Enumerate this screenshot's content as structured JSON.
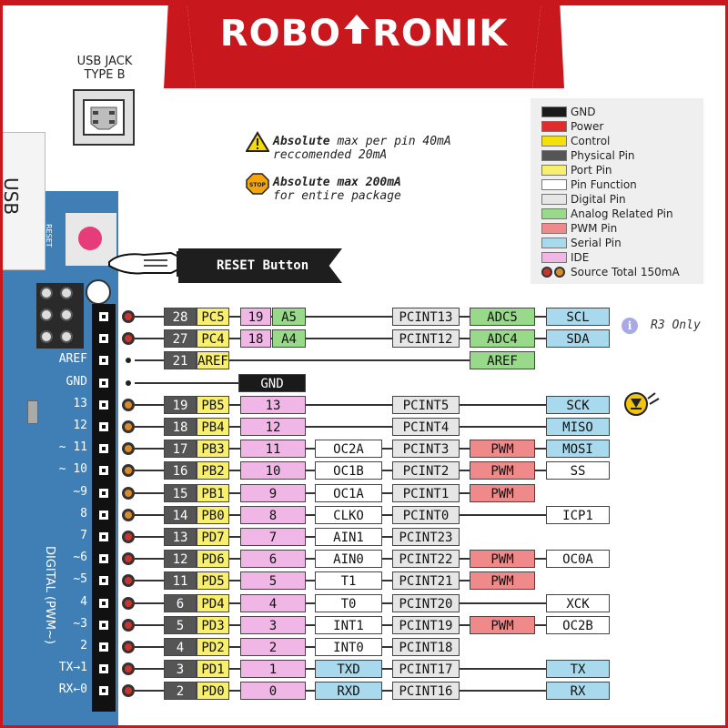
{
  "brand": {
    "left": "ROBO",
    "right": "RONIK",
    "red": "#c8171d"
  },
  "usb_jack_label": [
    "USB JACK",
    "TYPE B"
  ],
  "usb_text": "USB",
  "reset_text": "RESET",
  "reset_callout": "RESET Button",
  "warning1": {
    "bold": "Absolute",
    "rest": " max per pin 40mA",
    "line2": "reccomended 20mA"
  },
  "warning2": {
    "bold": "Absolute max 200mA",
    "line2": "for entire package"
  },
  "stop_text": "STOP",
  "legend": [
    {
      "label": "GND",
      "color": "#1a1a1a"
    },
    {
      "label": "Power",
      "color": "#e22b2b"
    },
    {
      "label": "Control",
      "color": "#f5e10a"
    },
    {
      "label": "Physical Pin",
      "color": "#555555"
    },
    {
      "label": "Port Pin",
      "color": "#f8ef6e"
    },
    {
      "label": "Pin Function",
      "color": "#ffffff"
    },
    {
      "label": "Digital Pin",
      "color": "#e6e6e6"
    },
    {
      "label": "Analog Related Pin",
      "color": "#98d98a"
    },
    {
      "label": "PWM Pin",
      "color": "#f08a8a"
    },
    {
      "label": "Serial Pin",
      "color": "#a9d9ec"
    },
    {
      "label": "IDE",
      "color": "#f0b6e6"
    },
    {
      "label": "Source Total 150mA",
      "color": "#8b5a2b"
    }
  ],
  "r3_only": "R3 Only",
  "digital_label": "DIGITAL (PWM~)",
  "board_labels": [
    {
      "text": "AREF",
      "row": 2
    },
    {
      "text": "GND",
      "row": 3
    },
    {
      "text": "13",
      "row": 4
    },
    {
      "text": "12",
      "row": 5
    },
    {
      "text": "~ 11",
      "row": 6
    },
    {
      "text": "~ 10",
      "row": 7
    },
    {
      "text": "~9",
      "row": 8
    },
    {
      "text": "8",
      "row": 9
    },
    {
      "text": "7",
      "row": 10
    },
    {
      "text": "~6",
      "row": 11
    },
    {
      "text": "~5",
      "row": 12
    },
    {
      "text": "4",
      "row": 13
    },
    {
      "text": "~3",
      "row": 14
    },
    {
      "text": "2",
      "row": 15
    },
    {
      "text": "TX→1",
      "row": 16
    },
    {
      "text": "RX←0",
      "row": 17
    }
  ],
  "gnd_label": "GND",
  "rows": [
    {
      "dot": "red",
      "phys": "28",
      "port": "PC5",
      "ide": "19",
      "an": "A5",
      "f1": "",
      "pcint": "PCINT13",
      "f3": "ADC5",
      "f3t": "analog",
      "ser": "SCL"
    },
    {
      "dot": "red",
      "phys": "27",
      "port": "PC4",
      "ide": "18",
      "an": "A4",
      "f1": "",
      "pcint": "PCINT12",
      "f3": "ADC4",
      "f3t": "analog",
      "ser": "SDA"
    },
    {
      "dot": "none",
      "phys": "21",
      "port": "AREF",
      "ide": "",
      "an": "",
      "f1": "",
      "pcint": "",
      "f3": "AREF",
      "f3t": "analog",
      "ser": ""
    },
    {
      "dot": "none",
      "phys": "",
      "port": "",
      "ide": "",
      "an": "",
      "f1": "",
      "pcint": "",
      "f3": "",
      "f3t": "",
      "ser": "",
      "gnd": true
    },
    {
      "dot": "orange",
      "phys": "19",
      "port": "PB5",
      "ide": "13",
      "an": "",
      "f1": "",
      "pcint": "PCINT5",
      "f3": "",
      "f3t": "",
      "ser": "SCK"
    },
    {
      "dot": "orange",
      "phys": "18",
      "port": "PB4",
      "ide": "12",
      "an": "",
      "f1": "",
      "pcint": "PCINT4",
      "f3": "",
      "f3t": "",
      "ser": "MISO"
    },
    {
      "dot": "orange",
      "phys": "17",
      "port": "PB3",
      "ide": "11",
      "an": "",
      "f1": "OC2A",
      "pcint": "PCINT3",
      "f3": "PWM",
      "f3t": "pwm",
      "ser": "MOSI"
    },
    {
      "dot": "orange",
      "phys": "16",
      "port": "PB2",
      "ide": "10",
      "an": "",
      "f1": "OC1B",
      "pcint": "PCINT2",
      "f3": "PWM",
      "f3t": "pwm",
      "ser": "SS",
      "sert": "white"
    },
    {
      "dot": "orange",
      "phys": "15",
      "port": "PB1",
      "ide": "9",
      "an": "",
      "f1": "OC1A",
      "pcint": "PCINT1",
      "f3": "PWM",
      "f3t": "pwm",
      "ser": ""
    },
    {
      "dot": "orange",
      "phys": "14",
      "port": "PB0",
      "ide": "8",
      "an": "",
      "f1": "CLKO",
      "pcint": "PCINT0",
      "f3": "",
      "f3t": "",
      "ser": "ICP1",
      "sert": "white"
    },
    {
      "dot": "red",
      "phys": "13",
      "port": "PD7",
      "ide": "7",
      "an": "",
      "f1": "AIN1",
      "pcint": "PCINT23",
      "f3": "",
      "f3t": "",
      "ser": ""
    },
    {
      "dot": "red",
      "phys": "12",
      "port": "PD6",
      "ide": "6",
      "an": "",
      "f1": "AIN0",
      "pcint": "PCINT22",
      "f3": "PWM",
      "f3t": "pwm",
      "ser": "OC0A",
      "sert": "white"
    },
    {
      "dot": "red",
      "phys": "11",
      "port": "PD5",
      "ide": "5",
      "an": "",
      "f1": "T1",
      "pcint": "PCINT21",
      "f3": "PWM",
      "f3t": "pwm",
      "ser": ""
    },
    {
      "dot": "red",
      "phys": "6",
      "port": "PD4",
      "ide": "4",
      "an": "",
      "f1": "T0",
      "pcint": "PCINT20",
      "f3": "",
      "f3t": "",
      "ser": "XCK",
      "sert": "white"
    },
    {
      "dot": "red",
      "phys": "5",
      "port": "PD3",
      "ide": "3",
      "an": "",
      "f1": "INT1",
      "pcint": "PCINT19",
      "f3": "PWM",
      "f3t": "pwm",
      "ser": "OC2B",
      "sert": "white"
    },
    {
      "dot": "red",
      "phys": "4",
      "port": "PD2",
      "ide": "2",
      "an": "",
      "f1": "INT0",
      "pcint": "PCINT18",
      "f3": "",
      "f3t": "",
      "ser": ""
    },
    {
      "dot": "red",
      "phys": "3",
      "port": "PD1",
      "ide": "1",
      "an": "",
      "f1": "TXD",
      "f1t": "serial",
      "pcint": "PCINT17",
      "f3": "",
      "f3t": "",
      "ser": "TX"
    },
    {
      "dot": "red",
      "phys": "2",
      "port": "PD0",
      "ide": "0",
      "an": "",
      "f1": "RXD",
      "f1t": "serial",
      "pcint": "PCINT16",
      "f3": "",
      "f3t": "",
      "ser": "RX"
    }
  ]
}
